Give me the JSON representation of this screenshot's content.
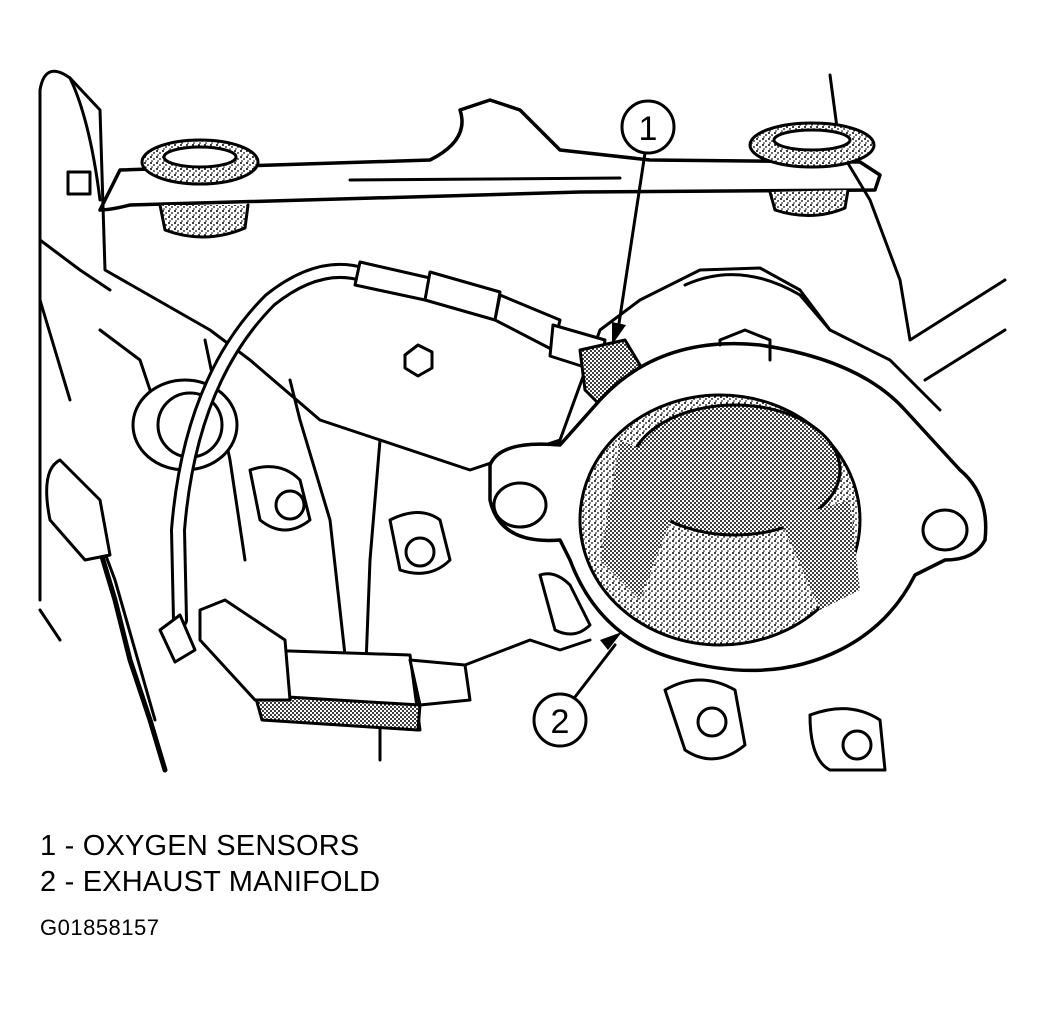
{
  "callouts": [
    {
      "number": "1"
    },
    {
      "number": "2"
    }
  ],
  "legend": [
    {
      "text": "1 - OXYGEN SENSORS"
    },
    {
      "text": "2 - EXHAUST MANIFOLD"
    }
  ],
  "figure_id": "G01858157"
}
